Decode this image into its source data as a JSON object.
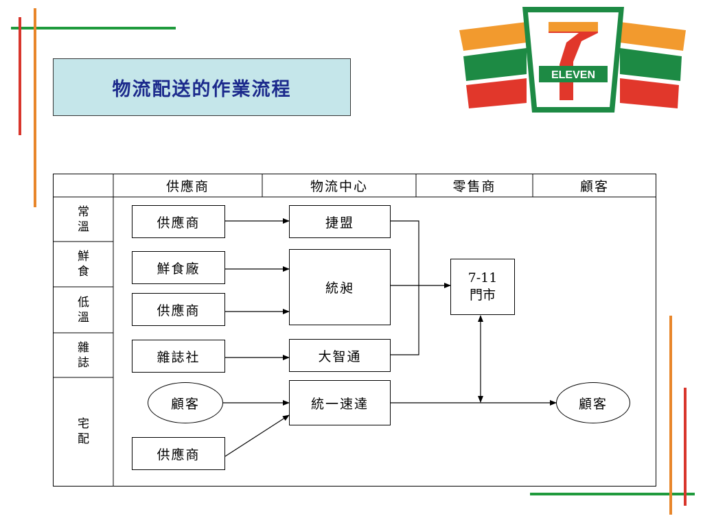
{
  "title": "物流配送的作業流程",
  "logo": {
    "text": "ELEVEN",
    "number": "7"
  },
  "header": [
    "供應商",
    "物流中心",
    "零售商",
    "顧客"
  ],
  "rows": [
    "常溫",
    "鮮食",
    "低溫",
    "雜誌",
    "宅配"
  ],
  "suppliers": {
    "regular": "供應商",
    "fresh_food": "鮮食廠",
    "low_temp": "供應商",
    "magazine": "雜誌社",
    "delivery_customer": "顧客",
    "delivery_supplier": "供應商"
  },
  "centers": {
    "jiemeng": "捷盟",
    "tongxian": "統昶",
    "dazhitong": "大智通",
    "express": "統一速達"
  },
  "store": {
    "line1": "7-11",
    "line2": "門市"
  },
  "customer": "顧客",
  "colors": {
    "title_bg": "#c5e6ea",
    "title_text": "#1c2a8c",
    "deco_green": "#1f9a3c",
    "deco_orange": "#e8862a",
    "deco_red": "#d8362c"
  }
}
